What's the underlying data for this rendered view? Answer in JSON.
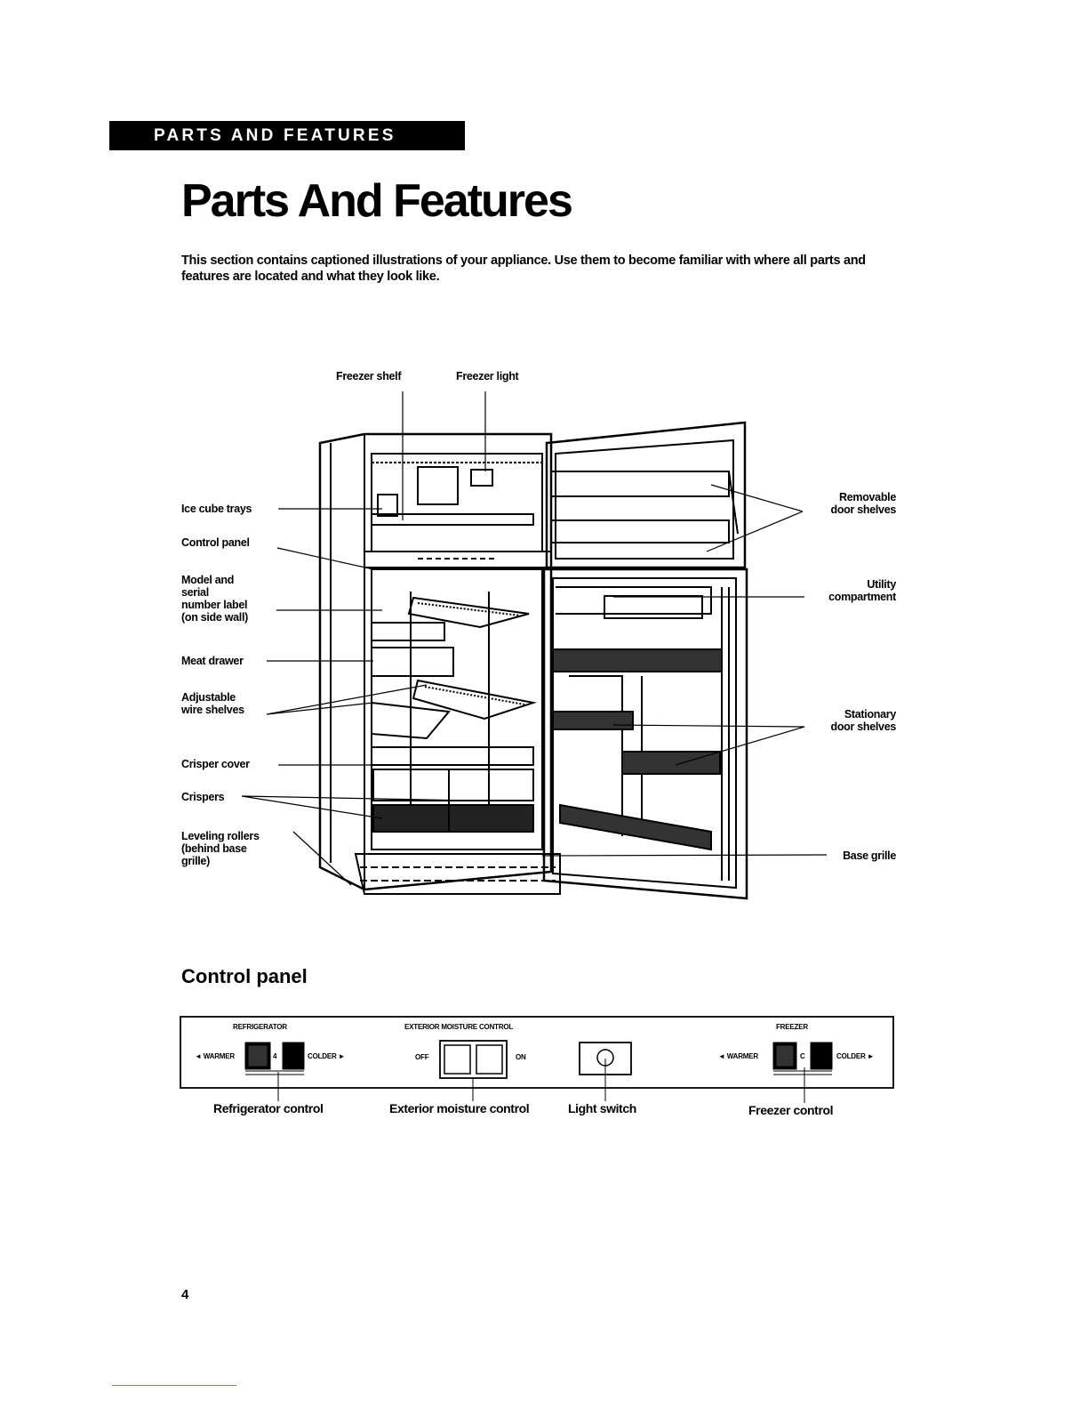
{
  "header": {
    "section": "PARTS AND FEATURES"
  },
  "page_title": "Parts And Features",
  "intro": "This section contains captioned illustrations of your appliance. Use them to become familiar with where all parts and features are located and what they look like.",
  "diagram": {
    "labels": {
      "freezer_shelf": "Freezer shelf",
      "freezer_light": "Freezer light",
      "ice_cube_trays": "Ice cube trays",
      "control_panel": "Control panel",
      "model_serial_1": "Model and",
      "model_serial_2": "serial",
      "model_serial_3": "number label",
      "model_serial_4": "(on side wall)",
      "meat_drawer": "Meat drawer",
      "adjustable_1": "Adjustable",
      "adjustable_2": "wire shelves",
      "crisper_cover": "Crisper cover",
      "crispers": "Crispers",
      "leveling_1": "Leveling rollers",
      "leveling_2": "(behind base",
      "leveling_3": "grille)",
      "removable_1": "Removable",
      "removable_2": "door shelves",
      "utility_1": "Utility",
      "utility_2": "compartment",
      "stationary_1": "Stationary",
      "stationary_2": "door shelves",
      "base_grille": "Base grille"
    }
  },
  "control_panel": {
    "heading": "Control panel",
    "refrigerator_title": "REFRIGERATOR",
    "refrigerator_warmer": "◄ WARMER",
    "refrigerator_colder": "COLDER ►",
    "refrigerator_setting": "4",
    "moisture_title": "EXTERIOR MOISTURE CONTROL",
    "moisture_off": "OFF",
    "moisture_on": "ON",
    "freezer_title": "FREEZER",
    "freezer_warmer": "◄ WARMER",
    "freezer_colder": "COLDER ►",
    "freezer_setting": "C",
    "captions": {
      "refrigerator_control": "Refrigerator control",
      "moisture_control": "Exterior moisture control",
      "light_switch": "Light switch",
      "freezer_control": "Freezer control"
    }
  },
  "page_number": "4"
}
